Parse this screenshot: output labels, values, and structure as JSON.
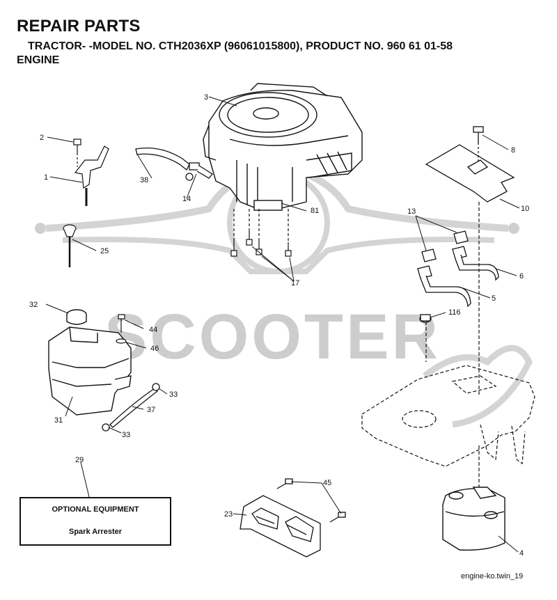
{
  "header": {
    "title": "REPAIR PARTS",
    "subtitle": "TRACTOR- -MODEL NO. CTH2036XP (96061015800), PRODUCT NO. 960 61 01-58",
    "section": "ENGINE"
  },
  "optional_box": {
    "title": "OPTIONAL EQUIPMENT",
    "item": "Spark Arrester"
  },
  "watermark": {
    "text": "SCOOTER",
    "color": "#c8c8c8"
  },
  "footer": {
    "code": "engine-ko.twin_19"
  },
  "callouts": [
    "1",
    "2",
    "3",
    "4",
    "5",
    "6",
    "8",
    "10",
    "13",
    "14",
    "17",
    "23",
    "25",
    "29",
    "31",
    "32",
    "33",
    "33",
    "37",
    "38",
    "44",
    "45",
    "46",
    "81",
    "116"
  ]
}
